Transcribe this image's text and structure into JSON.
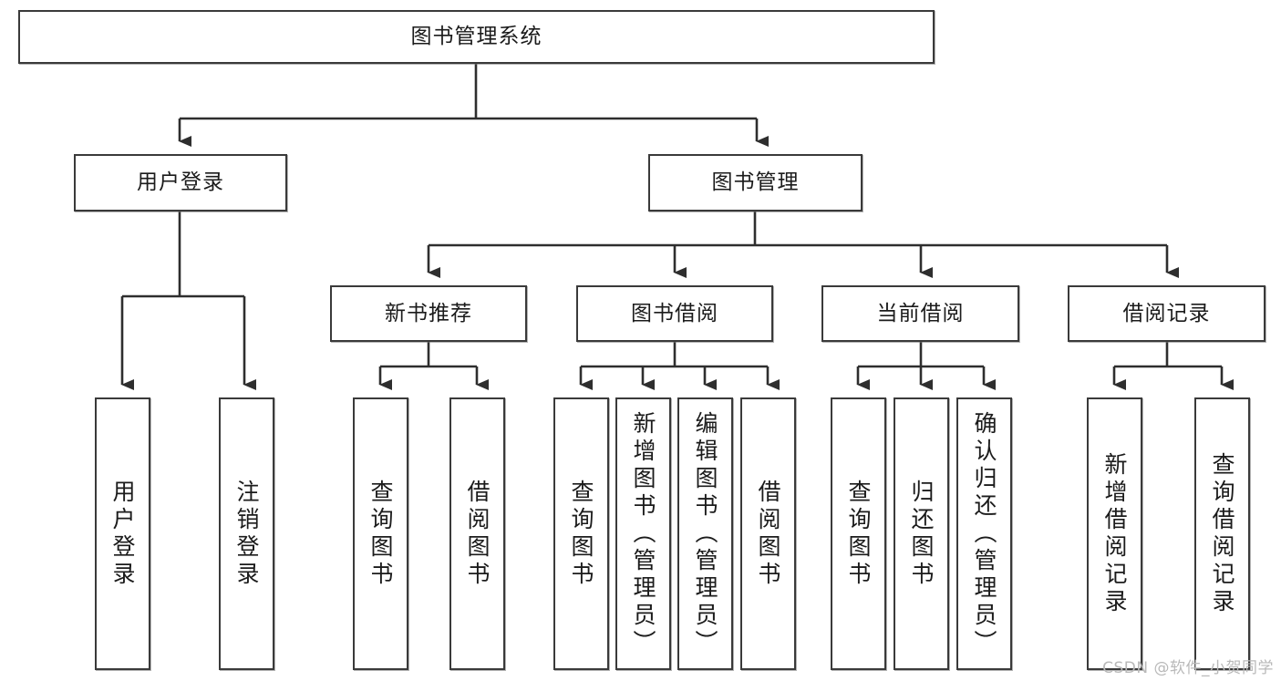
{
  "diagram": {
    "title": "图书管理系统",
    "type": "tree-hierarchy-chart",
    "root": {
      "id": "root",
      "label": "图书管理系统"
    },
    "level1": [
      {
        "id": "user-login",
        "label": "用户登录"
      },
      {
        "id": "book-management",
        "label": "图书管理"
      }
    ],
    "level2": [
      {
        "id": "new-book-recommend",
        "label": "新书推荐",
        "parent": "book-management"
      },
      {
        "id": "book-borrow",
        "label": "图书借阅",
        "parent": "book-management"
      },
      {
        "id": "current-borrow",
        "label": "当前借阅",
        "parent": "book-management"
      },
      {
        "id": "borrow-record",
        "label": "借阅记录",
        "parent": "book-management"
      }
    ],
    "leaves": [
      {
        "id": "leaf-user-login",
        "label": "用户登录",
        "parent": "user-login"
      },
      {
        "id": "leaf-logout-login",
        "label": "注销登录",
        "parent": "user-login"
      },
      {
        "id": "leaf-query-book-1",
        "label": "查询图书",
        "parent": "new-book-recommend"
      },
      {
        "id": "leaf-borrow-book-1",
        "label": "借阅图书",
        "parent": "new-book-recommend"
      },
      {
        "id": "leaf-query-book-2",
        "label": "查询图书",
        "parent": "book-borrow"
      },
      {
        "id": "leaf-add-book",
        "label": "新增图书（管理员）",
        "parent": "book-borrow"
      },
      {
        "id": "leaf-edit-book",
        "label": "编辑图书（管理员）",
        "parent": "book-borrow"
      },
      {
        "id": "leaf-borrow-book-2",
        "label": "借阅图书",
        "parent": "book-borrow"
      },
      {
        "id": "leaf-query-book-3",
        "label": "查询图书",
        "parent": "current-borrow"
      },
      {
        "id": "leaf-return-book",
        "label": "归还图书",
        "parent": "current-borrow"
      },
      {
        "id": "leaf-confirm-return",
        "label": "确认归还（管理员）",
        "parent": "current-borrow"
      },
      {
        "id": "leaf-add-record",
        "label": "新增借阅记录",
        "parent": "borrow-record"
      },
      {
        "id": "leaf-query-record",
        "label": "查询借阅记录",
        "parent": "borrow-record"
      }
    ],
    "colors": {
      "border": "#3a3a3a",
      "text": "#1b1b1b",
      "background": "#ffffff",
      "watermark": "#b9b9b9"
    }
  },
  "watermark": {
    "text": "CSDN @软件_小贺同学"
  }
}
